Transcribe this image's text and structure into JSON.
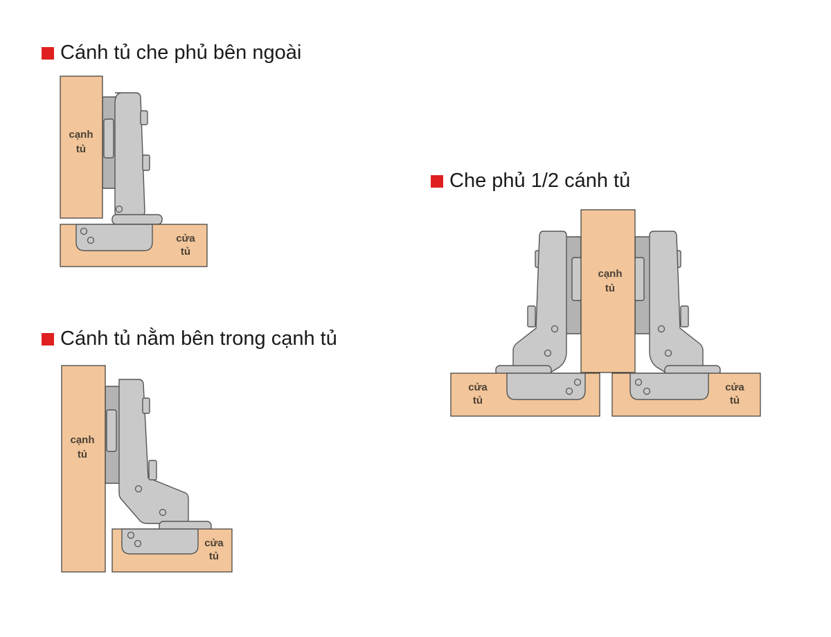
{
  "colors": {
    "bullet": "#e02020",
    "wood_fill": "#f2c69a",
    "wood_stroke": "#3a3a3a",
    "hinge_fill": "#c9c9c9",
    "hinge_fill_dark": "#b3b3b3",
    "hinge_stroke": "#555555"
  },
  "sections": [
    {
      "title": "Cánh tủ che phủ bên ngoài",
      "side_label": [
        "cạnh",
        "tủ"
      ],
      "door_label": [
        "cửa",
        "tủ"
      ]
    },
    {
      "title": "Cánh tủ nằm bên trong cạnh tủ",
      "side_label": [
        "cạnh",
        "tủ"
      ],
      "door_label": [
        "cửa",
        "tủ"
      ]
    },
    {
      "title": "Che phủ 1/2 cánh tủ",
      "side_label": [
        "cạnh",
        "tủ"
      ],
      "left_door_label": [
        "cửa",
        "tủ"
      ],
      "right_door_label": [
        "cửa",
        "tủ"
      ]
    }
  ]
}
